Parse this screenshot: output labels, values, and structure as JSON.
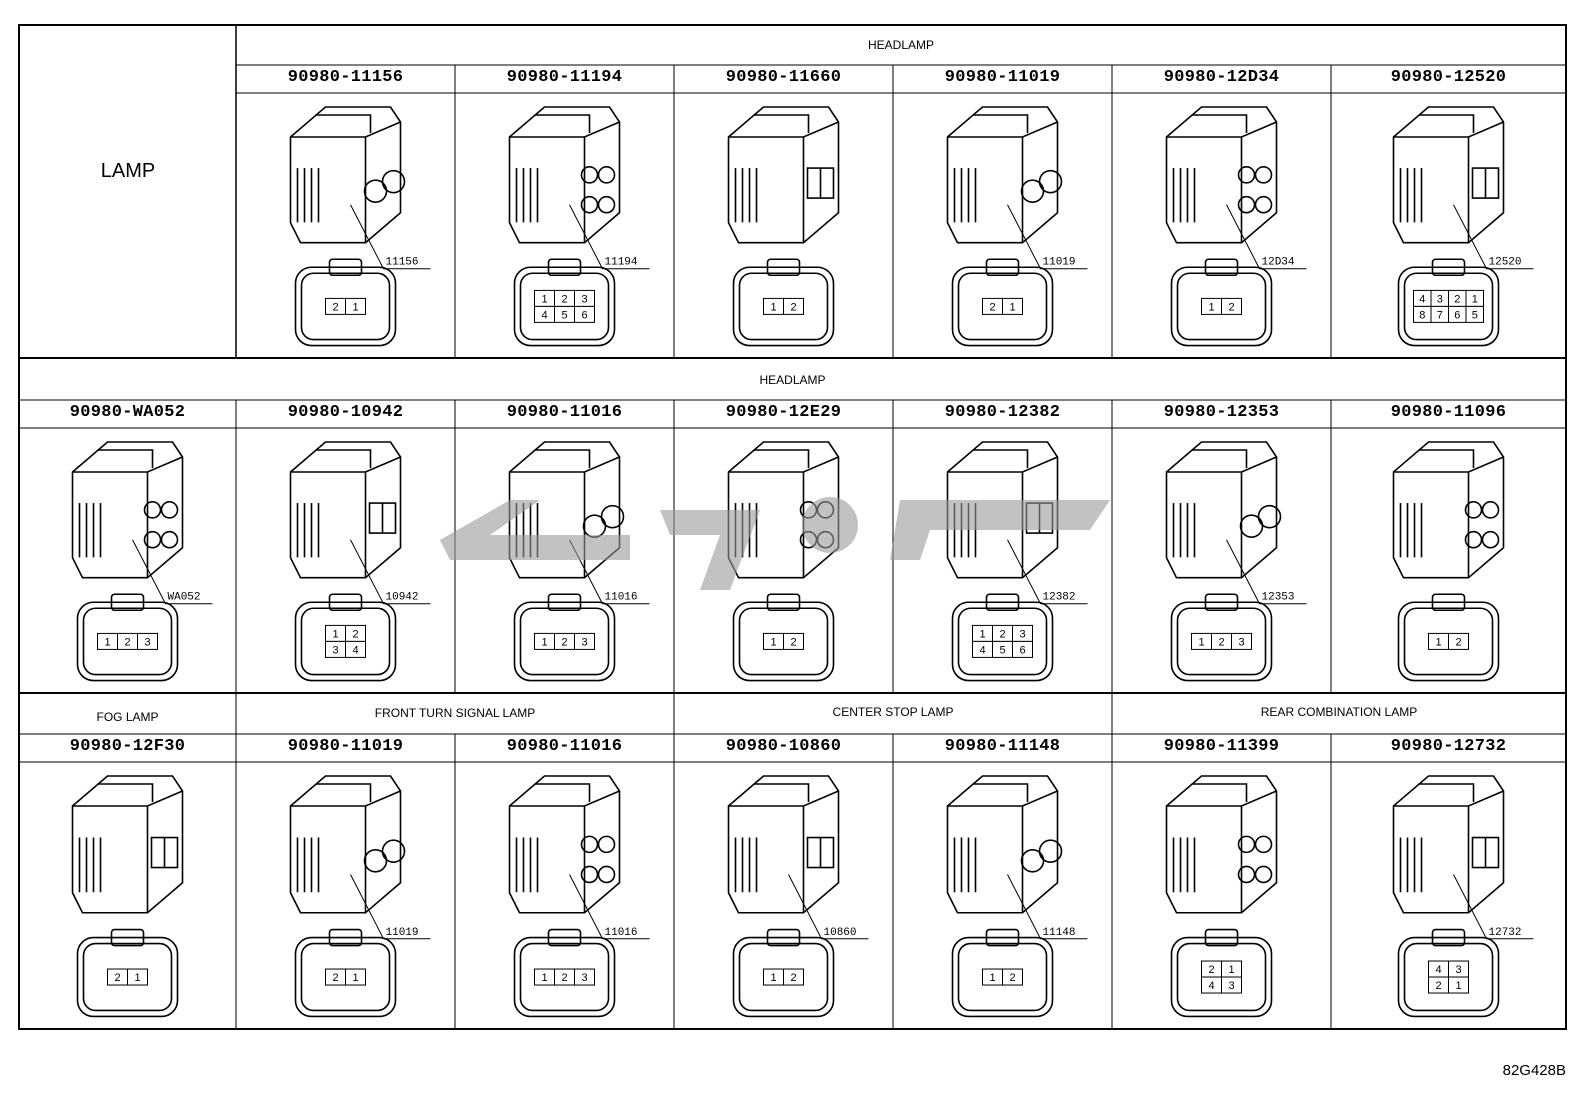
{
  "lamp_label": "LAMP",
  "sections": {
    "row1": "HEADLAMP",
    "row2": "HEADLAMP",
    "fog": "FOG LAMP",
    "front_turn": "FRONT TURN SIGNAL LAMP",
    "center_stop": "CENTER STOP LAMP",
    "rear_comb": "REAR COMBINATION LAMP"
  },
  "row1": [
    {
      "part": "90980-11156",
      "callout": "11156",
      "pins": [
        "2",
        "1"
      ]
    },
    {
      "part": "90980-11194",
      "callout": "11194",
      "pins": [
        "1",
        "2",
        "3",
        "4",
        "5",
        "6"
      ]
    },
    {
      "part": "90980-11660",
      "callout": "",
      "pins": [
        "1",
        "2"
      ]
    },
    {
      "part": "90980-11019",
      "callout": "11019",
      "pins": [
        "2",
        "1"
      ]
    },
    {
      "part": "90980-12D34",
      "callout": "12D34",
      "pins": [
        "1",
        "2"
      ]
    },
    {
      "part": "90980-12520",
      "callout": "12520",
      "pins": [
        "4",
        "3",
        "2",
        "1",
        "8",
        "7",
        "6",
        "5"
      ]
    }
  ],
  "row2": [
    {
      "part": "90980-WA052",
      "callout": "WA052",
      "pins": [
        "1",
        "2",
        "3"
      ]
    },
    {
      "part": "90980-10942",
      "callout": "10942",
      "pins": [
        "1",
        "2",
        "3",
        "4"
      ]
    },
    {
      "part": "90980-11016",
      "callout": "11016",
      "pins": [
        "1",
        "2",
        "3"
      ]
    },
    {
      "part": "90980-12E29",
      "callout": "",
      "pins": [
        "1",
        "2"
      ]
    },
    {
      "part": "90980-12382",
      "callout": "12382",
      "pins": [
        "1",
        "2",
        "3",
        "4",
        "5",
        "6"
      ]
    },
    {
      "part": "90980-12353",
      "callout": "12353",
      "pins": [
        "1",
        "2",
        "3"
      ]
    },
    {
      "part": "90980-11096",
      "callout": "",
      "pins": [
        "1",
        "2"
      ]
    }
  ],
  "row3": [
    {
      "part": "90980-12F30",
      "callout": "",
      "pins": [
        "2",
        "1"
      ]
    },
    {
      "part": "90980-11019",
      "callout": "11019",
      "pins": [
        "2",
        "1"
      ]
    },
    {
      "part": "90980-11016",
      "callout": "11016",
      "pins": [
        "1",
        "2",
        "3"
      ]
    },
    {
      "part": "90980-10860",
      "callout": "10860",
      "pins": [
        "1",
        "2"
      ]
    },
    {
      "part": "90980-11148",
      "callout": "11148",
      "pins": [
        "1",
        "2"
      ]
    },
    {
      "part": "90980-11399",
      "callout": "",
      "pins": [
        "2",
        "1",
        "4",
        "3"
      ]
    },
    {
      "part": "90980-12732",
      "callout": "12732",
      "pins": [
        "4",
        "3",
        "2",
        "1"
      ]
    }
  ],
  "footer_code": "82G428B"
}
